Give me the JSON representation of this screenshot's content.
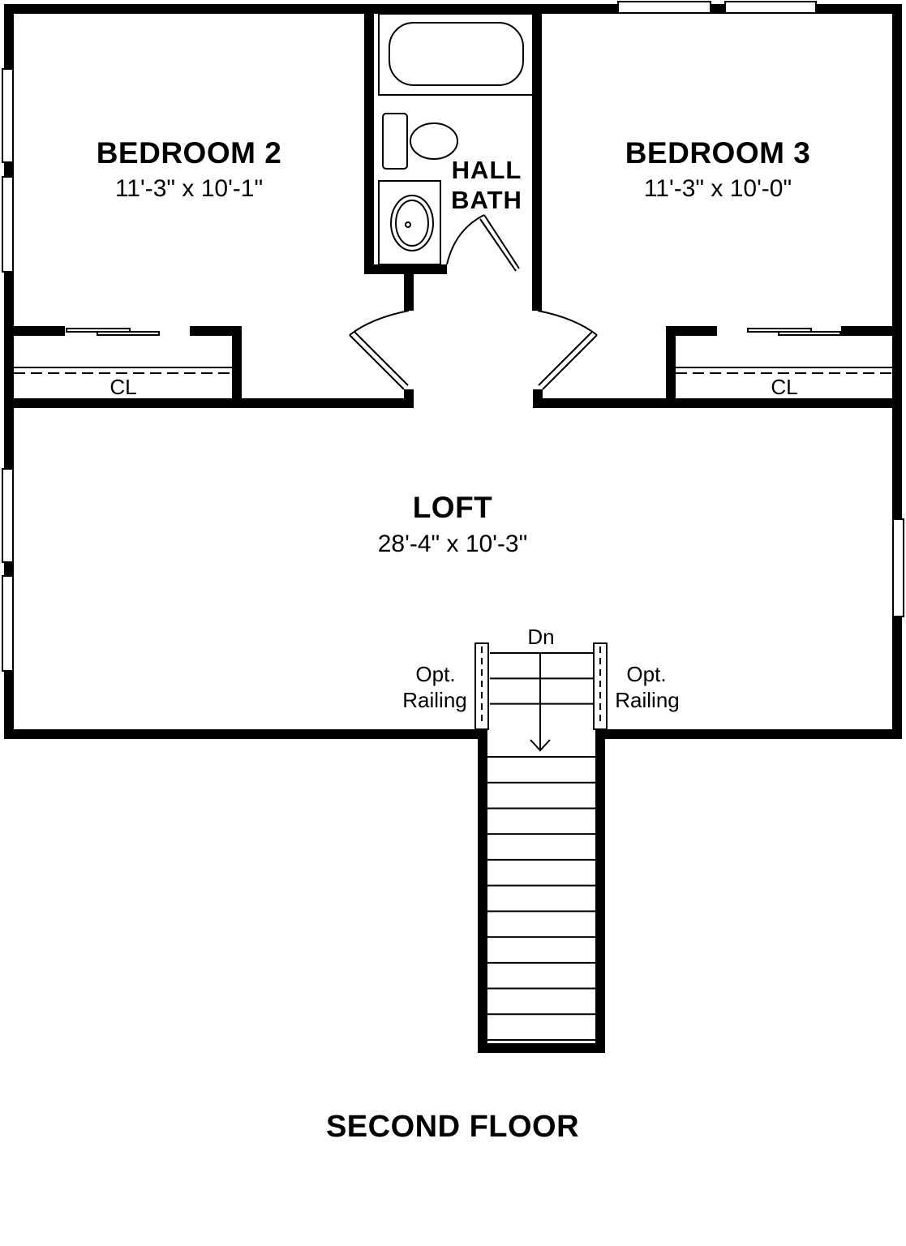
{
  "plan": {
    "title": "SECOND FLOOR",
    "rooms": {
      "bedroom2": {
        "name": "BEDROOM 2",
        "size": "11'-3\" x 10'-1\""
      },
      "bedroom3": {
        "name": "BEDROOM 3",
        "size": "11'-3\" x 10'-0\""
      },
      "hall_bath": {
        "line1": "HALL",
        "line2": "BATH"
      },
      "loft": {
        "name": "LOFT",
        "size": "28'-4\" x 10'-3\""
      },
      "closet_left": "CL",
      "closet_right": "CL"
    },
    "stairs": {
      "direction": "Dn",
      "steps_upper": 3,
      "steps_lower": 12
    },
    "railing_left": {
      "line1": "Opt.",
      "line2": "Railing"
    },
    "railing_right": {
      "line1": "Opt.",
      "line2": "Railing"
    },
    "colors": {
      "wall": "#000000",
      "background": "#ffffff"
    }
  }
}
